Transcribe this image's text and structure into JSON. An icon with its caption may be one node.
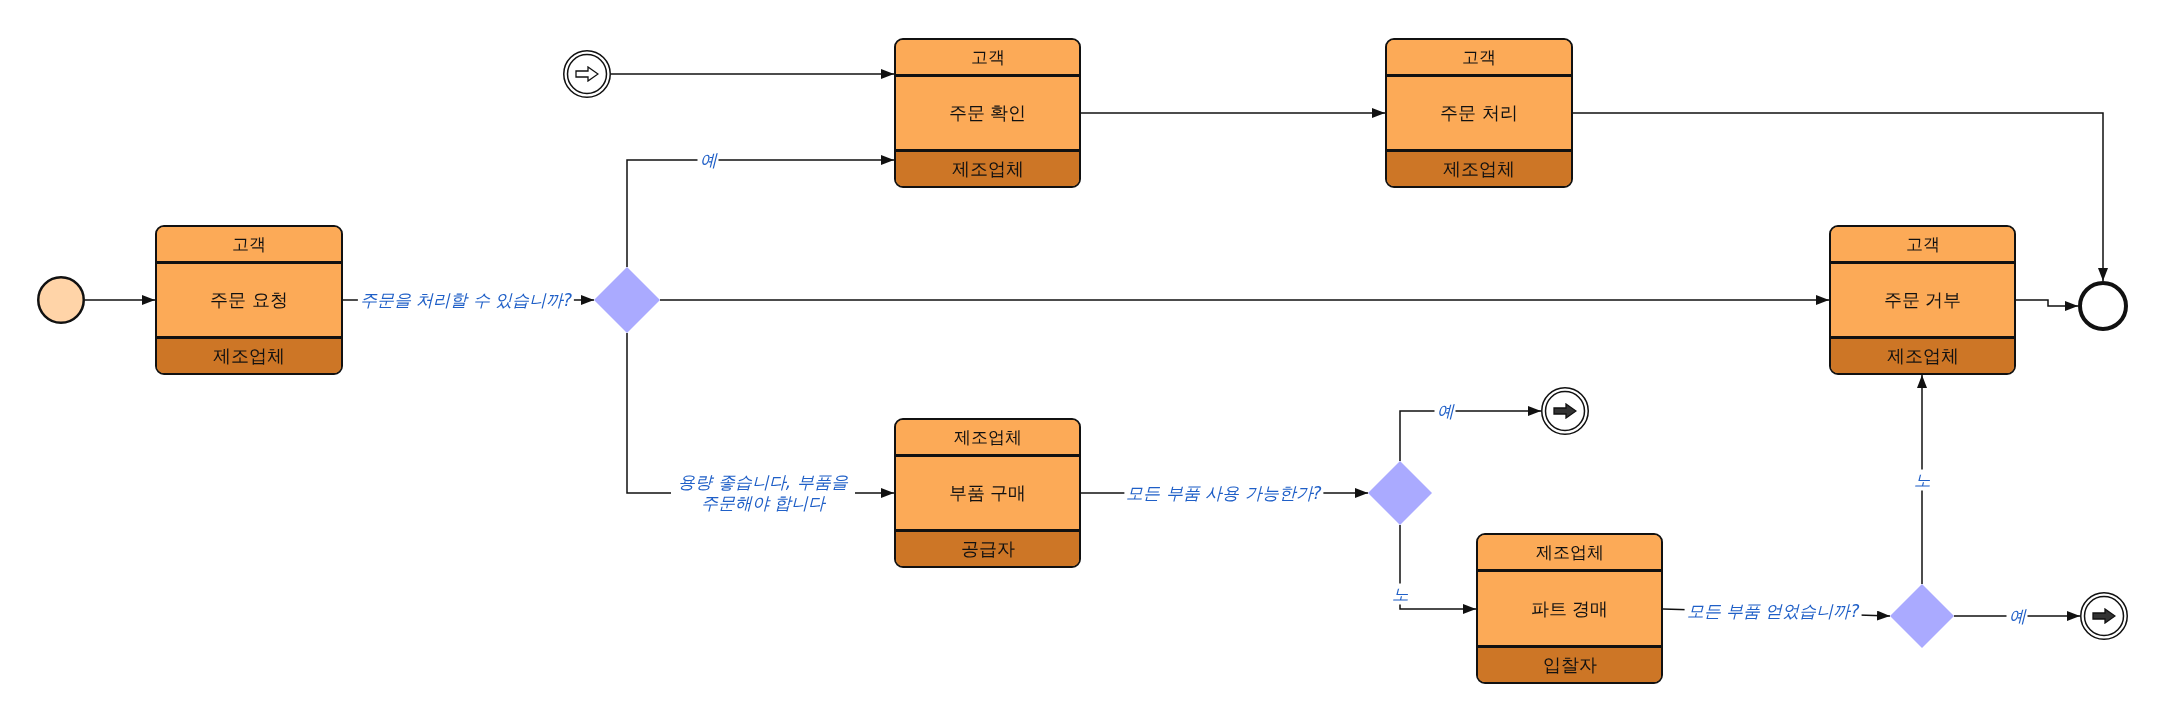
{
  "diagram": {
    "nodes": [
      {
        "text": [],
        "shape": "circle"
      },
      {
        "text": [
          "고객",
          "주문 요청",
          "제조업체"
        ]
      },
      {
        "text": [],
        "shape": "diamond"
      },
      {
        "text": [],
        "shape": "circle"
      },
      {
        "text": [
          "고객",
          "주문 확인",
          "제조업체"
        ]
      },
      {
        "text": [
          "고객",
          "주문 처리",
          "제조업체"
        ]
      },
      {
        "text": [],
        "shape": "circle"
      },
      {
        "text": [
          "고객",
          "주문 거부",
          "제조업체"
        ]
      },
      {
        "text": [
          "제조업체",
          "부품 구매",
          "공급자"
        ]
      },
      {
        "text": [],
        "shape": "diamond"
      },
      {
        "text": [],
        "shape": "circle"
      },
      {
        "text": [
          "제조업체",
          "파트 경매",
          "입찰자"
        ]
      },
      {
        "text": [],
        "shape": "diamond"
      },
      {
        "text": [],
        "shape": "circle"
      }
    ],
    "edges": [
      {
        "from": 0,
        "to": 1,
        "arrow": "to"
      },
      {
        "from": 1,
        "to": 2,
        "arrow": "to",
        "label": "주문을 처리할 수 있습니까?"
      },
      {
        "from": 2,
        "to": 4,
        "arrow": "to",
        "label": "예"
      },
      {
        "from": 3,
        "to": 4,
        "arrow": "to"
      },
      {
        "from": 4,
        "to": 5,
        "arrow": "to"
      },
      {
        "from": 5,
        "to": 6,
        "arrow": "to"
      },
      {
        "from": 2,
        "to": 7,
        "arrow": "to"
      },
      {
        "from": 7,
        "to": 6,
        "arrow": "to"
      },
      {
        "from": 2,
        "to": 8,
        "arrow": "to",
        "label": "용량 좋습니다, 부품을 주문해야 합니다"
      },
      {
        "from": 8,
        "to": 9,
        "arrow": "to",
        "label": "모든 부품 사용 가능한가?"
      },
      {
        "from": 9,
        "to": 10,
        "arrow": "to",
        "label": "예"
      },
      {
        "from": 9,
        "to": 11,
        "arrow": "to",
        "label": "노"
      },
      {
        "from": 11,
        "to": 12,
        "arrow": "to",
        "label": "모든 부품 얻었습니까?"
      },
      {
        "from": 12,
        "to": 7,
        "arrow": "to",
        "label": "노"
      },
      {
        "from": 12,
        "to": 13,
        "arrow": "to",
        "label": "예"
      }
    ]
  }
}
